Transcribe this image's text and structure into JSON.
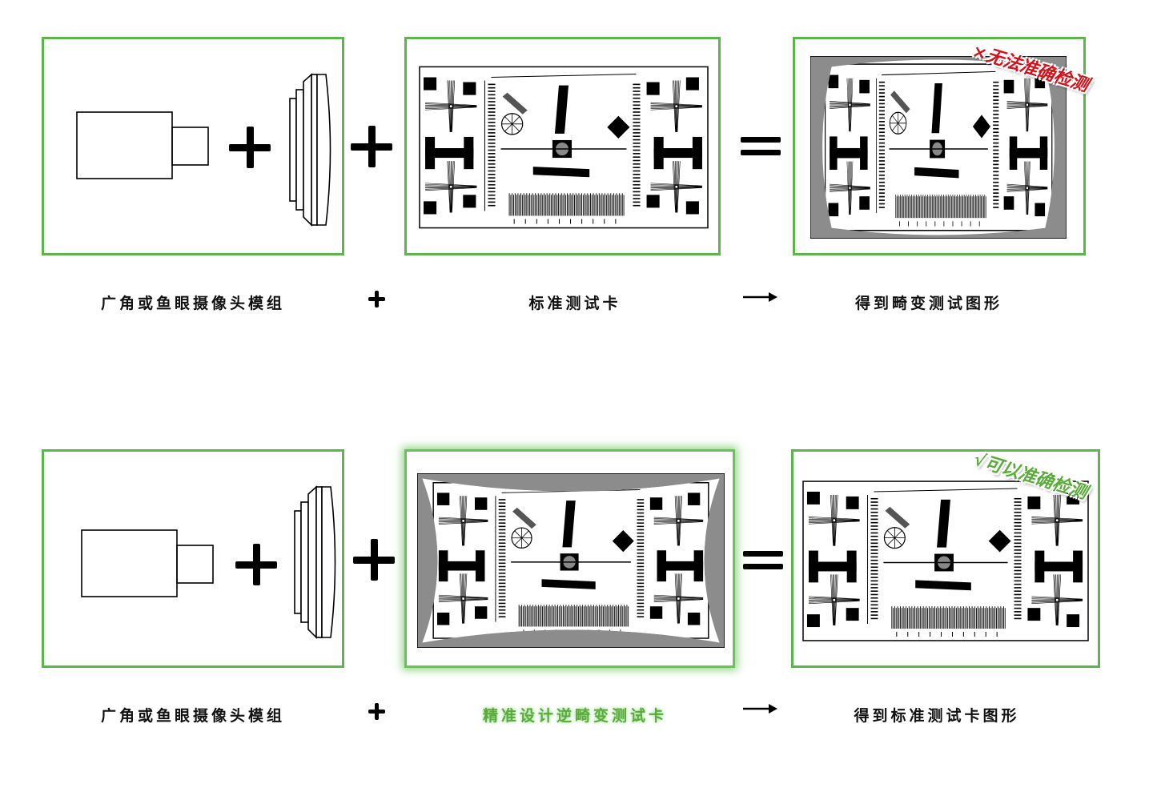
{
  "row1": {
    "module_label": "广角或鱼眼摄像头模组",
    "card_label": "标准测试卡",
    "result_label": "得到畸变测试图形",
    "annotation": "×无法准确检测",
    "annotation_color": "#d0121b"
  },
  "row2": {
    "module_label": "广角或鱼眼摄像头模组",
    "card_label": "精准设计逆畸变测试卡",
    "result_label": "得到标准测试卡图形",
    "annotation": "√可以准确检测",
    "annotation_color": "#5aab3c"
  },
  "colors": {
    "frame": "#5cb54b",
    "distortion_bg": "#8c8c8c"
  }
}
